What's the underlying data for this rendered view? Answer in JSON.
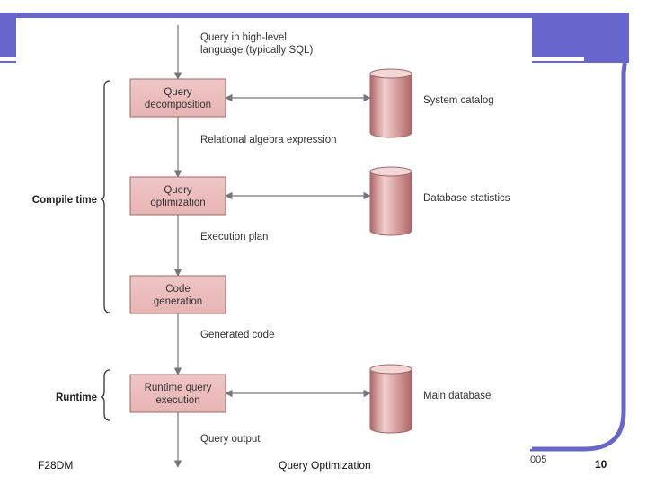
{
  "theme": {
    "accent": "#6666cc",
    "box_fill": "#e8b4b4",
    "box_stroke": "#9c6a6a",
    "cylinder_fill": "#d99a9a",
    "cylinder_dark": "#b06565",
    "line_color": "#777777"
  },
  "diagram": {
    "input_label": [
      "Query in high-level",
      "language (typically SQL)"
    ],
    "steps": [
      {
        "lines": [
          "Query",
          "decomposition"
        ],
        "resource": "System catalog"
      },
      {
        "lines": [
          "Query",
          "optimization"
        ],
        "resource": "Database statistics"
      },
      {
        "lines": [
          "Code",
          "generation"
        ],
        "resource": ""
      },
      {
        "lines": [
          "Runtime query",
          "execution"
        ],
        "resource": "Main database"
      }
    ],
    "intermediate_labels": [
      "Relational algebra expression",
      "Execution plan",
      "Generated code"
    ],
    "output_label": "Query output",
    "phases": [
      {
        "label": "Compile time"
      },
      {
        "label": "Runtime"
      }
    ]
  },
  "footer": {
    "course": "F28DM",
    "topic": "Query Optimization",
    "year_fragment": "005",
    "page": "10"
  }
}
